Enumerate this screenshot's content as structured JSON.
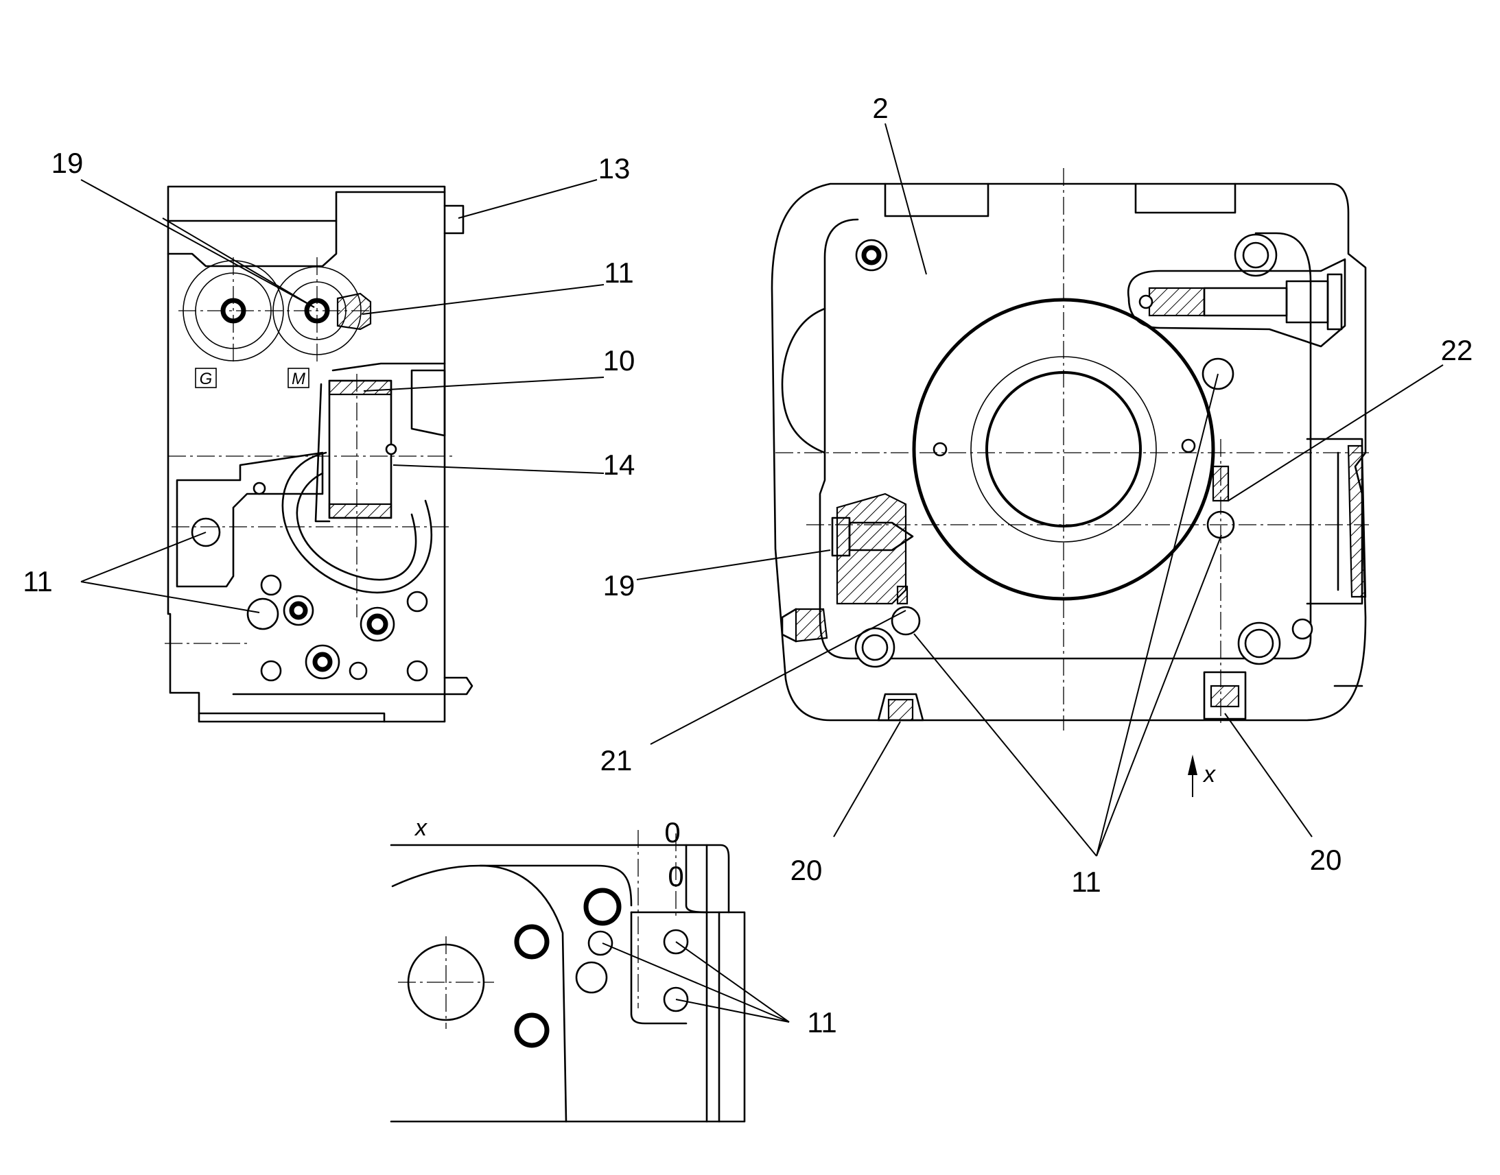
{
  "callouts": {
    "c19_left": "19",
    "c13": "13",
    "c11_top": "11",
    "c10": "10",
    "c14": "14",
    "c11_left": "11",
    "c2": "2",
    "c22": "22",
    "c19_right": "19",
    "c21": "21",
    "c20_left": "20",
    "c11_bottom_right": "11",
    "c20_right": "20",
    "c11_detail": "11"
  },
  "port_tags": {
    "g": "G",
    "m": "M"
  },
  "view_marks": {
    "view_arrow_letter": "x",
    "detail_view_letter": "x"
  },
  "icons": {
    "left_view": "side-view-housing-drawing",
    "right_view": "front-view-housing-drawing",
    "detail_view": "detail-view-x-drawing",
    "arrow": "view-direction-arrow-icon"
  }
}
